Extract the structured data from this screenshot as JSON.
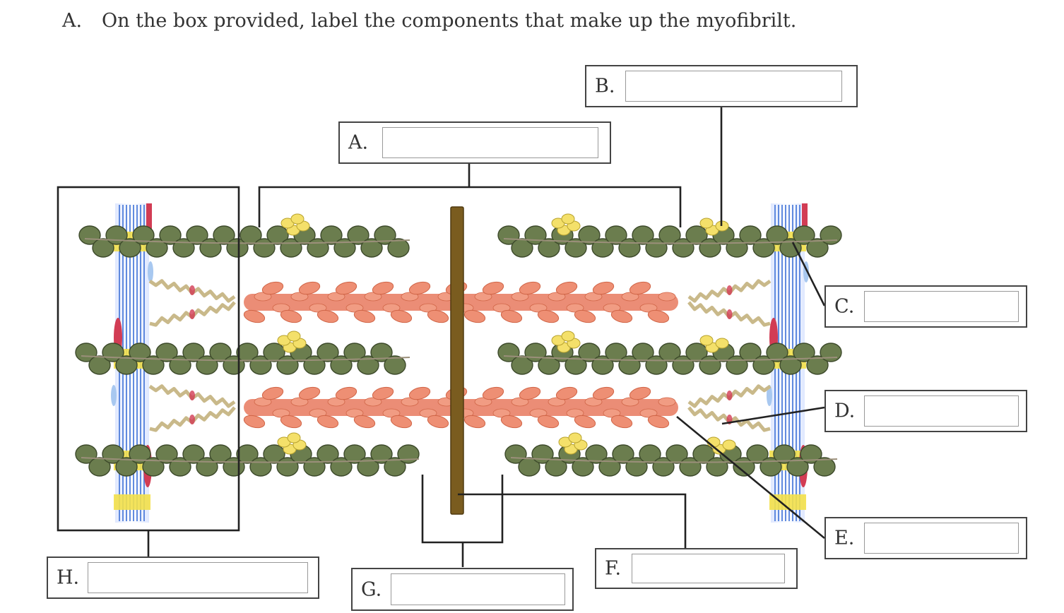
{
  "instruction": {
    "number": "A.",
    "text": "On the box provided, label the components that make up the myofibrilt."
  },
  "labels": {
    "A": {
      "letter": "A.",
      "value": ""
    },
    "B": {
      "letter": "B.",
      "value": ""
    },
    "C": {
      "letter": "C.",
      "value": ""
    },
    "D": {
      "letter": "D.",
      "value": ""
    },
    "E": {
      "letter": "E.",
      "value": ""
    },
    "F": {
      "letter": "F.",
      "value": ""
    },
    "G": {
      "letter": "G.",
      "value": ""
    },
    "H": {
      "letter": "H.",
      "value": ""
    }
  },
  "colors": {
    "actin": "#6b7d4e",
    "actin_dark": "#3d4a2b",
    "myosin": "#e8795e",
    "m_line": "#7a5c1f",
    "z_disc": "#3b6fd6",
    "z_disc_yellow": "#f3e04a",
    "titin": "#c9b98a",
    "troponin": "#f4e06a",
    "red_accent": "#d23c54",
    "leader": "#222222"
  }
}
